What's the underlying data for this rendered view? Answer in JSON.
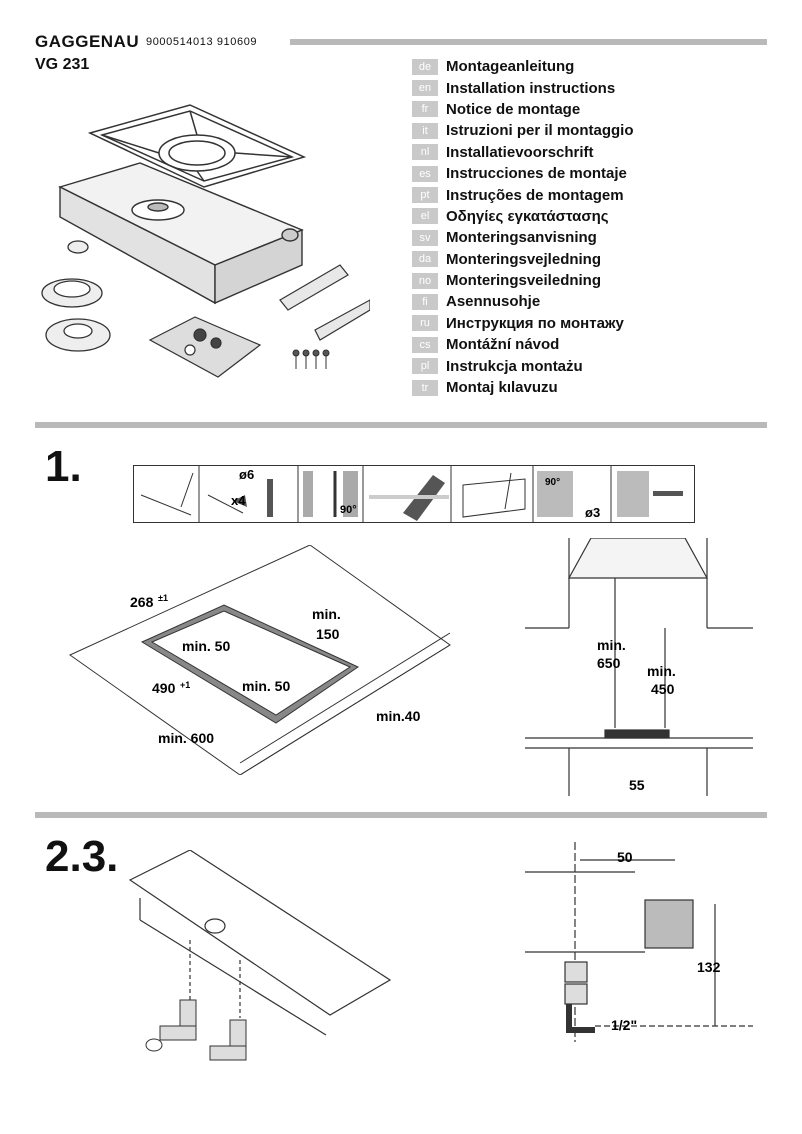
{
  "header": {
    "brand": "GAGGENAU",
    "doc_number": "9000514013 910609",
    "model": "VG 231"
  },
  "languages": [
    {
      "code": "de",
      "title": "Montageanleitung"
    },
    {
      "code": "en",
      "title": "Installation  instructions"
    },
    {
      "code": "fr",
      "title": "Notice de montage"
    },
    {
      "code": "it",
      "title": "Istruzioni per il montaggio"
    },
    {
      "code": "nl",
      "title": "Installatievoorschrift"
    },
    {
      "code": "es",
      "title": "Instrucciones de montaje"
    },
    {
      "code": "pt",
      "title": "Instruções de montagem"
    },
    {
      "code": "el",
      "title": "Οδηγίες εγκατάστασης"
    },
    {
      "code": "sv",
      "title": "Monteringsanvisning"
    },
    {
      "code": "da",
      "title": "Monteringsvejledning"
    },
    {
      "code": "no",
      "title": "Monteringsveiledning"
    },
    {
      "code": "fi",
      "title": "Asennusohje"
    },
    {
      "code": "ru",
      "title": "Инструкция по монтажу"
    },
    {
      "code": "cs",
      "title": "Montážní  návod"
    },
    {
      "code": "pl",
      "title": "Instrukcja montażu"
    },
    {
      "code": "tr",
      "title": "Montaj  kılavuzu"
    }
  ],
  "step1": {
    "number": "1.",
    "tools": {
      "drill": "ø6",
      "count": "x4",
      "angle": "90°",
      "angle2": "90°",
      "hole": "ø3"
    },
    "cutout": {
      "depth": "268",
      "depth_tol": "±1",
      "width": "490",
      "width_tol": "+1",
      "back": "min.",
      "back_val": "150",
      "side1": "min. 50",
      "side2": "min. 50",
      "front": "min. 600",
      "thick": "min.40"
    },
    "side_view": {
      "h1": "min.",
      "h1_val": "650",
      "h2": "min.",
      "h2_val": "450",
      "depth": "55"
    }
  },
  "step23": {
    "number": "2.3.",
    "gas": {
      "offset": "50",
      "height": "132",
      "thread": "1/2\""
    }
  }
}
